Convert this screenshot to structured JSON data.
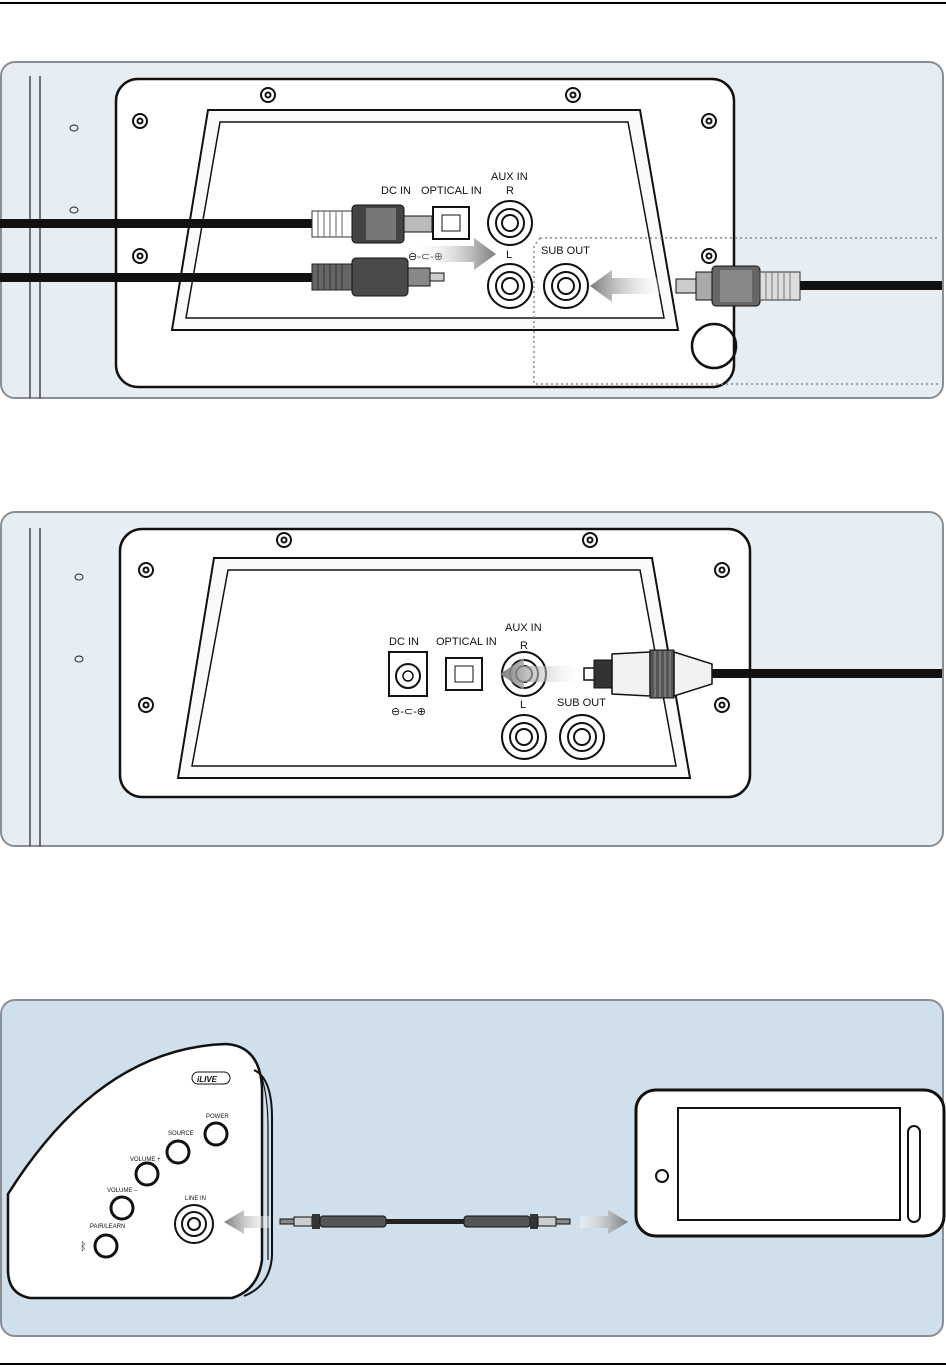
{
  "panel1": {
    "dc_in_label": "DC IN",
    "optical_in_label": "OPTICAL IN",
    "aux_in_label": "AUX IN",
    "aux_r_label": "R",
    "aux_l_label": "L",
    "sub_out_label": "SUB OUT"
  },
  "panel2": {
    "dc_in_label": "DC IN",
    "optical_in_label": "OPTICAL IN",
    "aux_in_label": "AUX IN",
    "aux_r_label": "R",
    "aux_l_label": "L",
    "sub_out_label": "SUB OUT"
  },
  "panel3": {
    "brand_logo": "iLIVE",
    "power_label": "POWER",
    "source_label": "SOURCE",
    "volume_up_label": "VOLUME +",
    "volume_down_label": "VOLUME –",
    "pair_learn_label": "PAIR/LEARN",
    "line_in_label": "LINE IN"
  },
  "colors": {
    "panel_fill": "#e6edf3",
    "panel3_fill": "#cfdfeb",
    "panel_border": "#8a8f96",
    "arrow_gray": "#9a9a9a"
  }
}
